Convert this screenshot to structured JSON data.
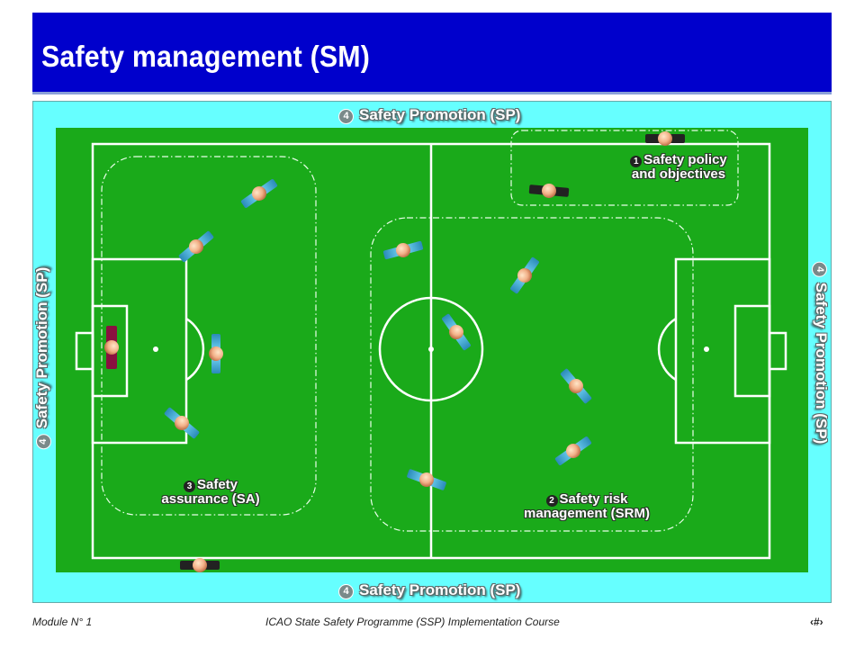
{
  "header": {
    "title": "Safety management (SM)"
  },
  "promotion": {
    "number": "4",
    "label": "Safety Promotion (SP)"
  },
  "zones": {
    "policy": {
      "number": "1",
      "line1": "Safety policy",
      "line2": "and objectives"
    },
    "srm": {
      "number": "2",
      "line1": "Safety risk",
      "line2": "management (SRM)"
    },
    "assurance": {
      "number": "3",
      "line1": "Safety",
      "line2": "assurance (SA)"
    }
  },
  "footer": {
    "module": "Module N° 1",
    "course": "ICAO State Safety Programme (SSP) Implementation Course",
    "page": "‹#›"
  },
  "colors": {
    "header_bg": "#0000cc",
    "panel_bg": "#66ffff",
    "pitch_green": "#1aaa1a",
    "player_blue": "#39c3e6",
    "goalkeeper": "#8a1040",
    "coach": "#222222"
  }
}
